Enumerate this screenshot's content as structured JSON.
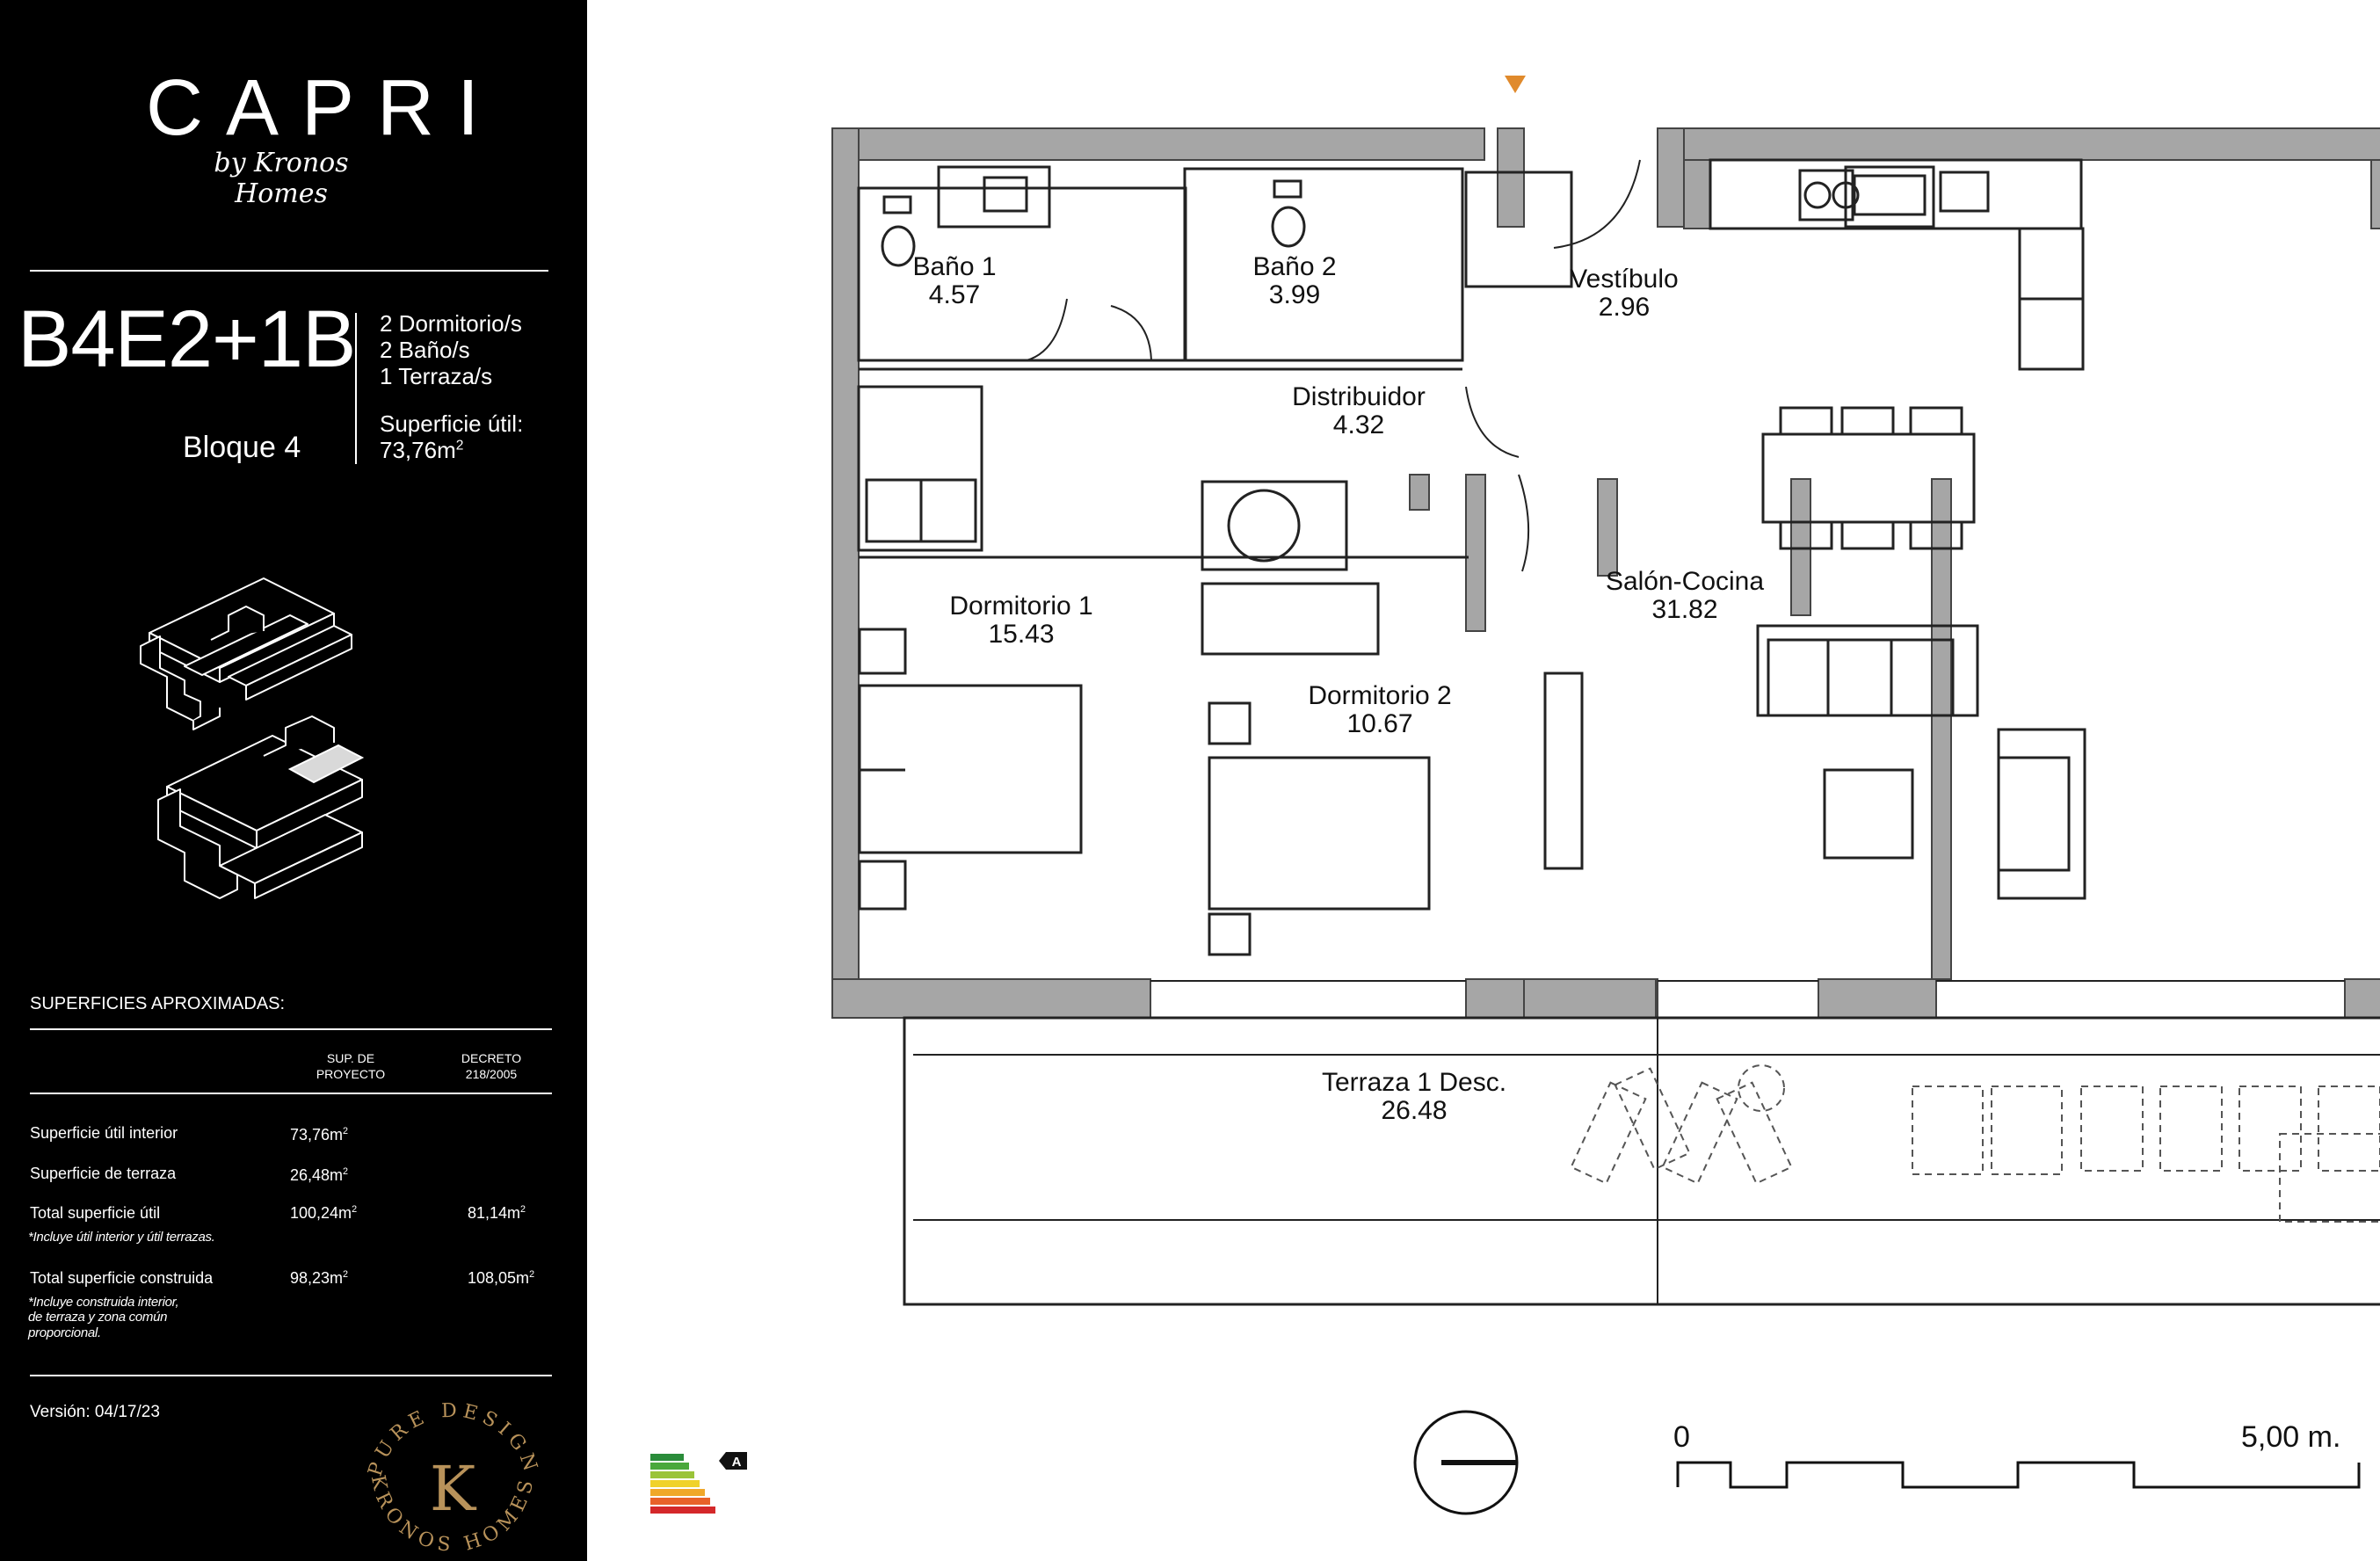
{
  "brand": {
    "logo": "CAPRI",
    "tagline": "by Kronos Homes"
  },
  "unit": {
    "code": "B4E2+1B",
    "block": "Bloque 4",
    "bedrooms": "2 Dormitorio/s",
    "bathrooms": "2 Baño/s",
    "terraces": "1 Terraza/s",
    "useful_area_label": "Superficie útil:",
    "useful_area_value": "73,76m",
    "area_unit_exp": "2"
  },
  "surfaces": {
    "title": "SUPERFICIES APROXIMADAS:",
    "col_project": "SUP. DE PROYECTO",
    "col_decree": "DECRETO 218/2005",
    "rows": [
      {
        "label": "Superficie útil interior",
        "project": "73,76m",
        "decree": ""
      },
      {
        "label": "Superficie de terraza",
        "project": "26,48m",
        "decree": ""
      },
      {
        "label": "Total superficie útil",
        "project": "100,24m",
        "decree": "81,14m",
        "note": "*Incluye útil interior y útil terrazas."
      },
      {
        "label": "Total superficie construida",
        "project": "98,23m",
        "decree": "108,05m",
        "note_lines": [
          "*Incluye construida interior,",
          "de terraza y zona común",
          "proporcional."
        ]
      }
    ]
  },
  "version": "Versión: 04/17/23",
  "seal": {
    "top_text": "PURE DESIGN",
    "bottom_text": "KRONOS HOMES",
    "monogram": "K"
  },
  "rooms": [
    {
      "name": "Baño 1",
      "area": "4.57"
    },
    {
      "name": "Baño 2",
      "area": "3.99"
    },
    {
      "name": "Vestíbulo",
      "area": "2.96"
    },
    {
      "name": "Distribuidor",
      "area": "4.32"
    },
    {
      "name": "Dormitorio 1",
      "area": "15.43"
    },
    {
      "name": "Dormitorio 2",
      "area": "10.67"
    },
    {
      "name": "Salón-Cocina",
      "area": "31.82"
    },
    {
      "name": "Terraza 1 Desc.",
      "area": "26.48"
    }
  ],
  "energy": {
    "rating": "A"
  },
  "scale": {
    "start": "0",
    "end": "5,00 m."
  },
  "colors": {
    "sidebar": "#000000",
    "wall": "#a6a6a6",
    "gold": "#b8925a",
    "entrance_marker": "#e08a2c"
  }
}
